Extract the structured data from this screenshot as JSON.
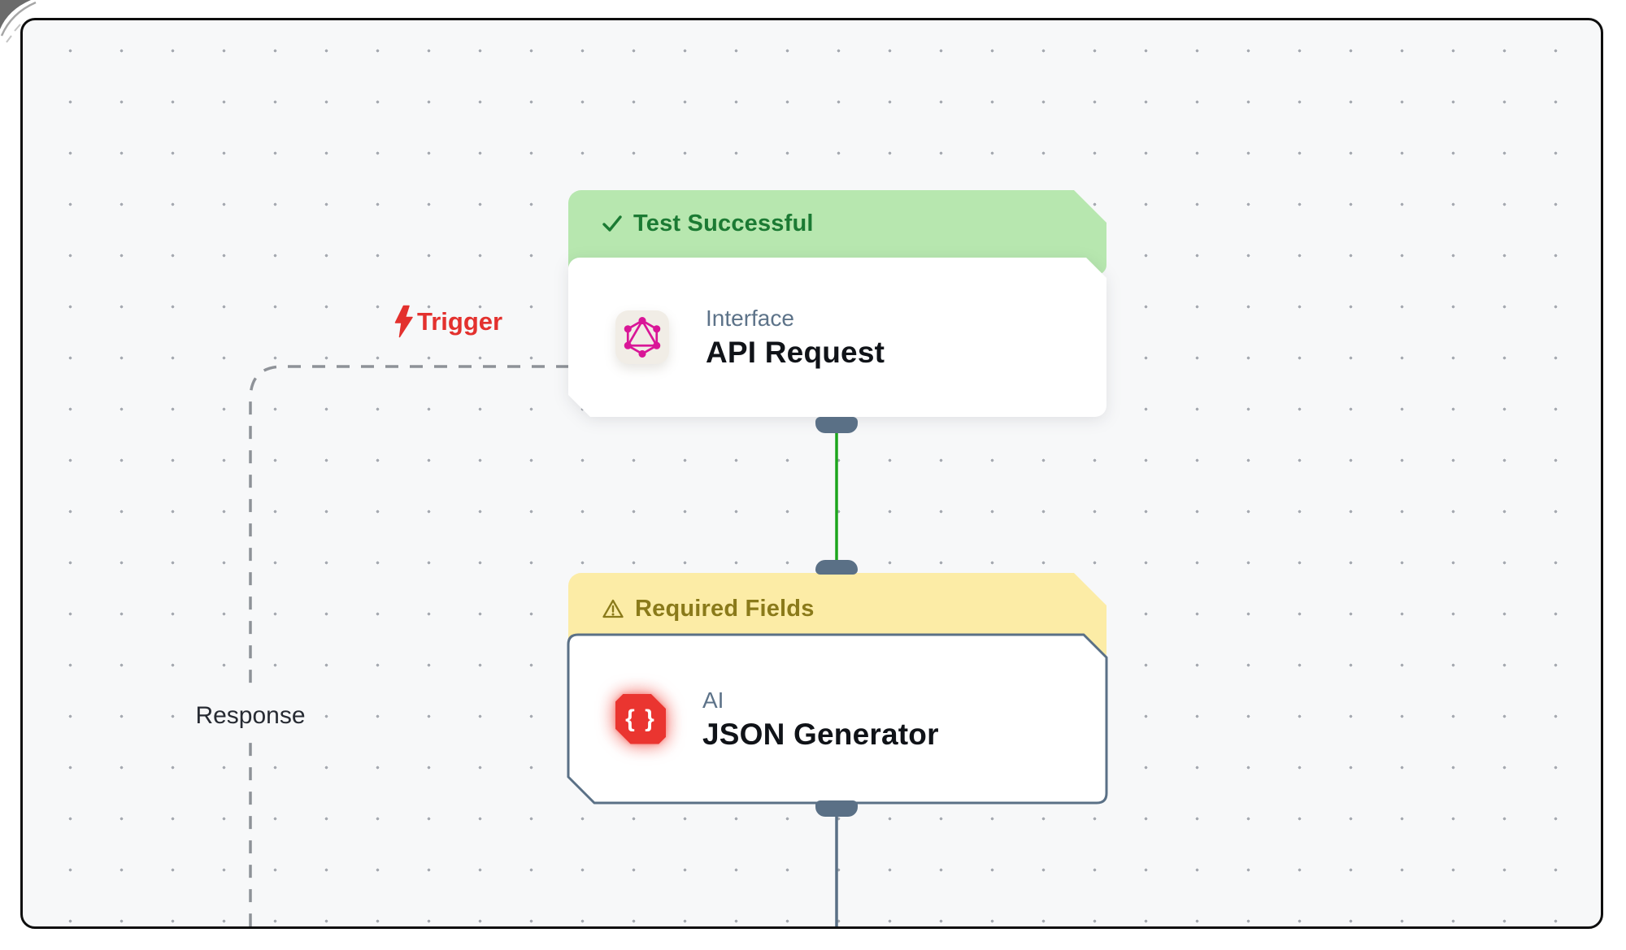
{
  "canvas": {
    "background_color": "#f7f8f9",
    "dot_color": "#a6aab1",
    "frame_border_color": "#0e0e0e"
  },
  "edge_labels": {
    "trigger": "Trigger",
    "response": "Response"
  },
  "edges": {
    "trigger_edge": {
      "style": "dashed",
      "color": "#8e9298"
    },
    "success_edge": {
      "style": "solid",
      "color": "#1da51d"
    },
    "output_edge": {
      "style": "solid",
      "color": "#5a7086"
    }
  },
  "nodes": {
    "api_request": {
      "status_banner": "Test Successful",
      "status_icon": "checkmark-icon",
      "banner_color": "#b7e7af",
      "banner_text_color": "#1b7a33",
      "category": "Interface",
      "title": "API Request",
      "icon": "graphql-icon",
      "icon_color": "#d91697"
    },
    "json_generator": {
      "status_banner": "Required Fields",
      "status_icon": "warning-triangle-icon",
      "banner_color": "#fceca6",
      "banner_text_color": "#8a7a1a",
      "category": "AI",
      "title": "JSON Generator",
      "icon": "json-braces-icon",
      "icon_color": "#ea3530",
      "icon_glyph": "{ }",
      "border_color": "#5a7086"
    }
  }
}
